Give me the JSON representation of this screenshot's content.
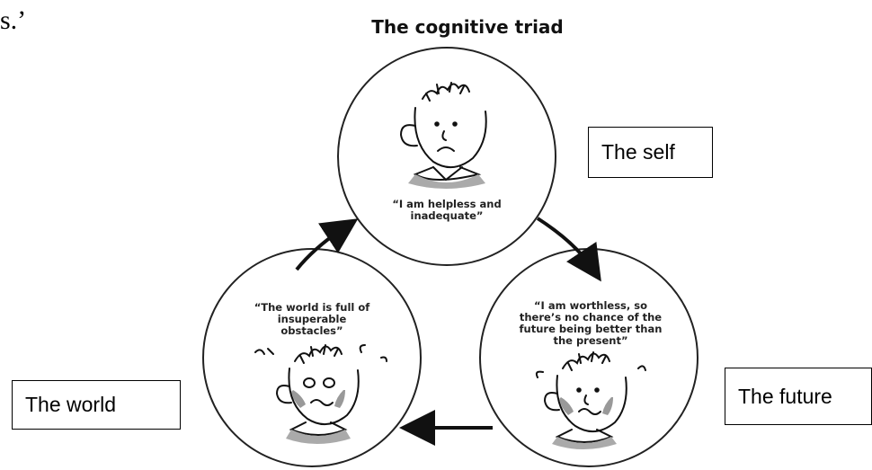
{
  "fragment_text": "s.’",
  "title": "The cognitive triad",
  "circles": {
    "self": {
      "quote": "“I am helpless and inadequate”"
    },
    "world": {
      "quote": "“The world is full of insuperable obstacles”"
    },
    "future": {
      "quote": "“I am worthless, so there’s no chance of the future being better than the present”"
    }
  },
  "labels": {
    "self": "The self",
    "world": "The world",
    "future": "The future"
  }
}
